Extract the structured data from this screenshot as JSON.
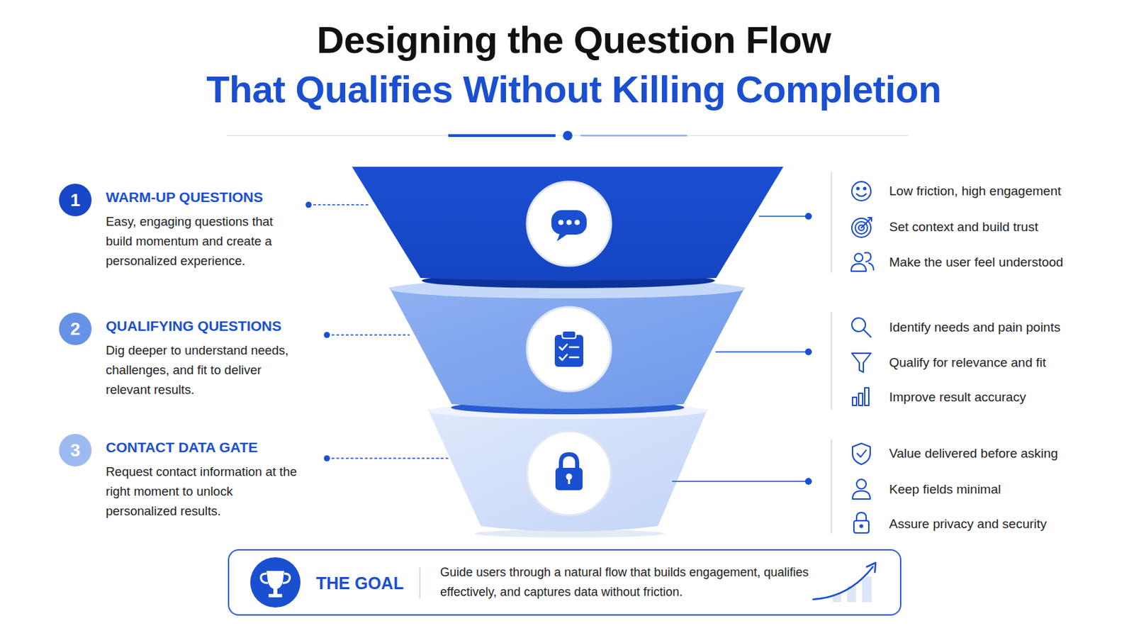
{
  "diagram": {
    "title": "Designing the Question Flow",
    "nodes": [
      {
        "text": [
          "1",
          "WARM-UP QUESTIONS",
          "Easy, engaging questions that build momentum and create a personalized experience."
        ]
      },
      {
        "text": [
          "2",
          "QUALIFYING QUESTIONS",
          "Dig deeper to understand needs, challenges, and fit to deliver relevant results."
        ]
      },
      {
        "text": [
          "3",
          "CONTACT DATA GATE",
          "Request contact information at the right moment to unlock personalized results."
        ]
      },
      {
        "text": [
          "THE GOAL",
          "Guide users through a natural flow that builds engagement, qualifies effectively, and captures data without friction."
        ]
      }
    ],
    "labels": [
      "That Qualifies Without Killing Completion",
      "Low friction, high engagement",
      "Set context and build trust",
      "Make the user feel understood",
      "Identify needs and pain points",
      "Qualify for relevance and fit",
      "Improve result accuracy",
      "Value delivered before asking",
      "Keep fields minimal",
      "Assure privacy and security"
    ]
  }
}
